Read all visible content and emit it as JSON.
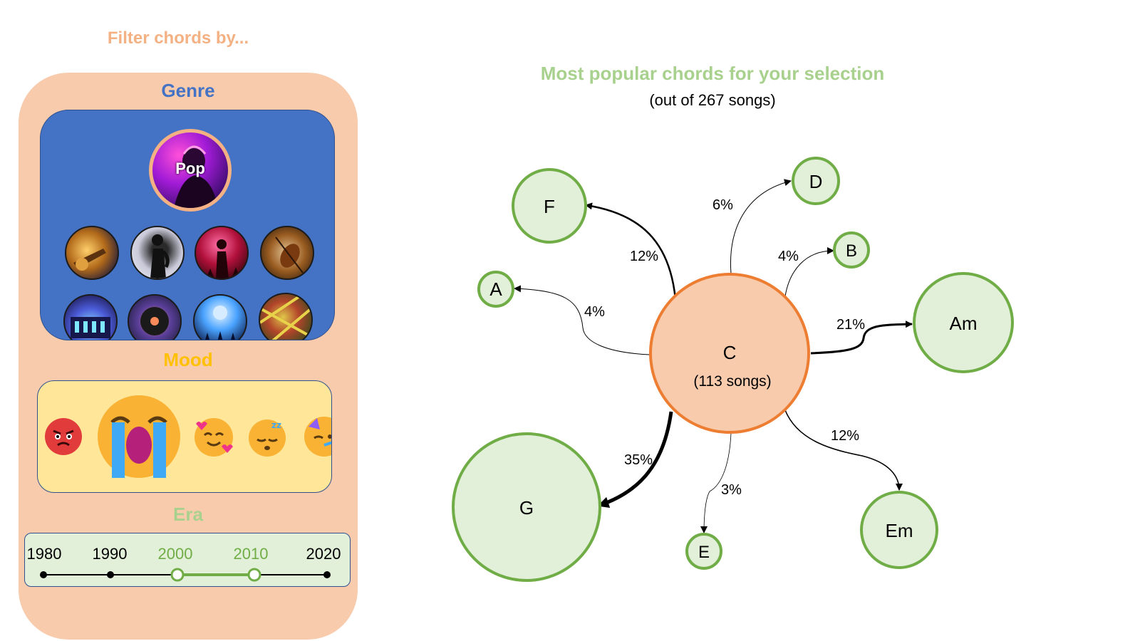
{
  "filter": {
    "heading": "Filter chords by...",
    "genre": {
      "title": "Genre",
      "selected": "Pop",
      "icons": [
        "rock-guitar-icon",
        "jazz-saxophone-icon",
        "concert-performer-icon",
        "classical-violin-icon",
        "electronic-dj-icon",
        "retro-vinyl-icon",
        "disco-ball-icon",
        "folk-pattern-icon"
      ]
    },
    "mood": {
      "title": "Mood",
      "selected": "crying-face-icon",
      "icons": [
        "angry-face-icon",
        "crying-face-icon",
        "smiling-face-with-hearts-icon",
        "sleeping-face-icon",
        "partying-face-icon"
      ]
    },
    "era": {
      "title": "Era",
      "labels": [
        "1980",
        "1990",
        "2000",
        "2010",
        "2020"
      ],
      "range": [
        "2000",
        "2010"
      ]
    }
  },
  "diagram": {
    "title": "Most popular chords for your selection",
    "subtitle": "(out of 267 songs)",
    "center": {
      "chord": "C",
      "songs": "(113 songs)"
    },
    "transitions": [
      {
        "chord": "G",
        "pct": "35%"
      },
      {
        "chord": "Am",
        "pct": "21%"
      },
      {
        "chord": "F",
        "pct": "12%"
      },
      {
        "chord": "Em",
        "pct": "12%"
      },
      {
        "chord": "D",
        "pct": "6%"
      },
      {
        "chord": "A",
        "pct": "4%"
      },
      {
        "chord": "B",
        "pct": "4%"
      },
      {
        "chord": "E",
        "pct": "3%"
      }
    ],
    "colors": {
      "center_fill": "#F8CBAD",
      "center_stroke": "#ED7D31",
      "node_fill": "#E2F0D9",
      "node_stroke": "#70AD47",
      "edge": "#000000"
    }
  }
}
